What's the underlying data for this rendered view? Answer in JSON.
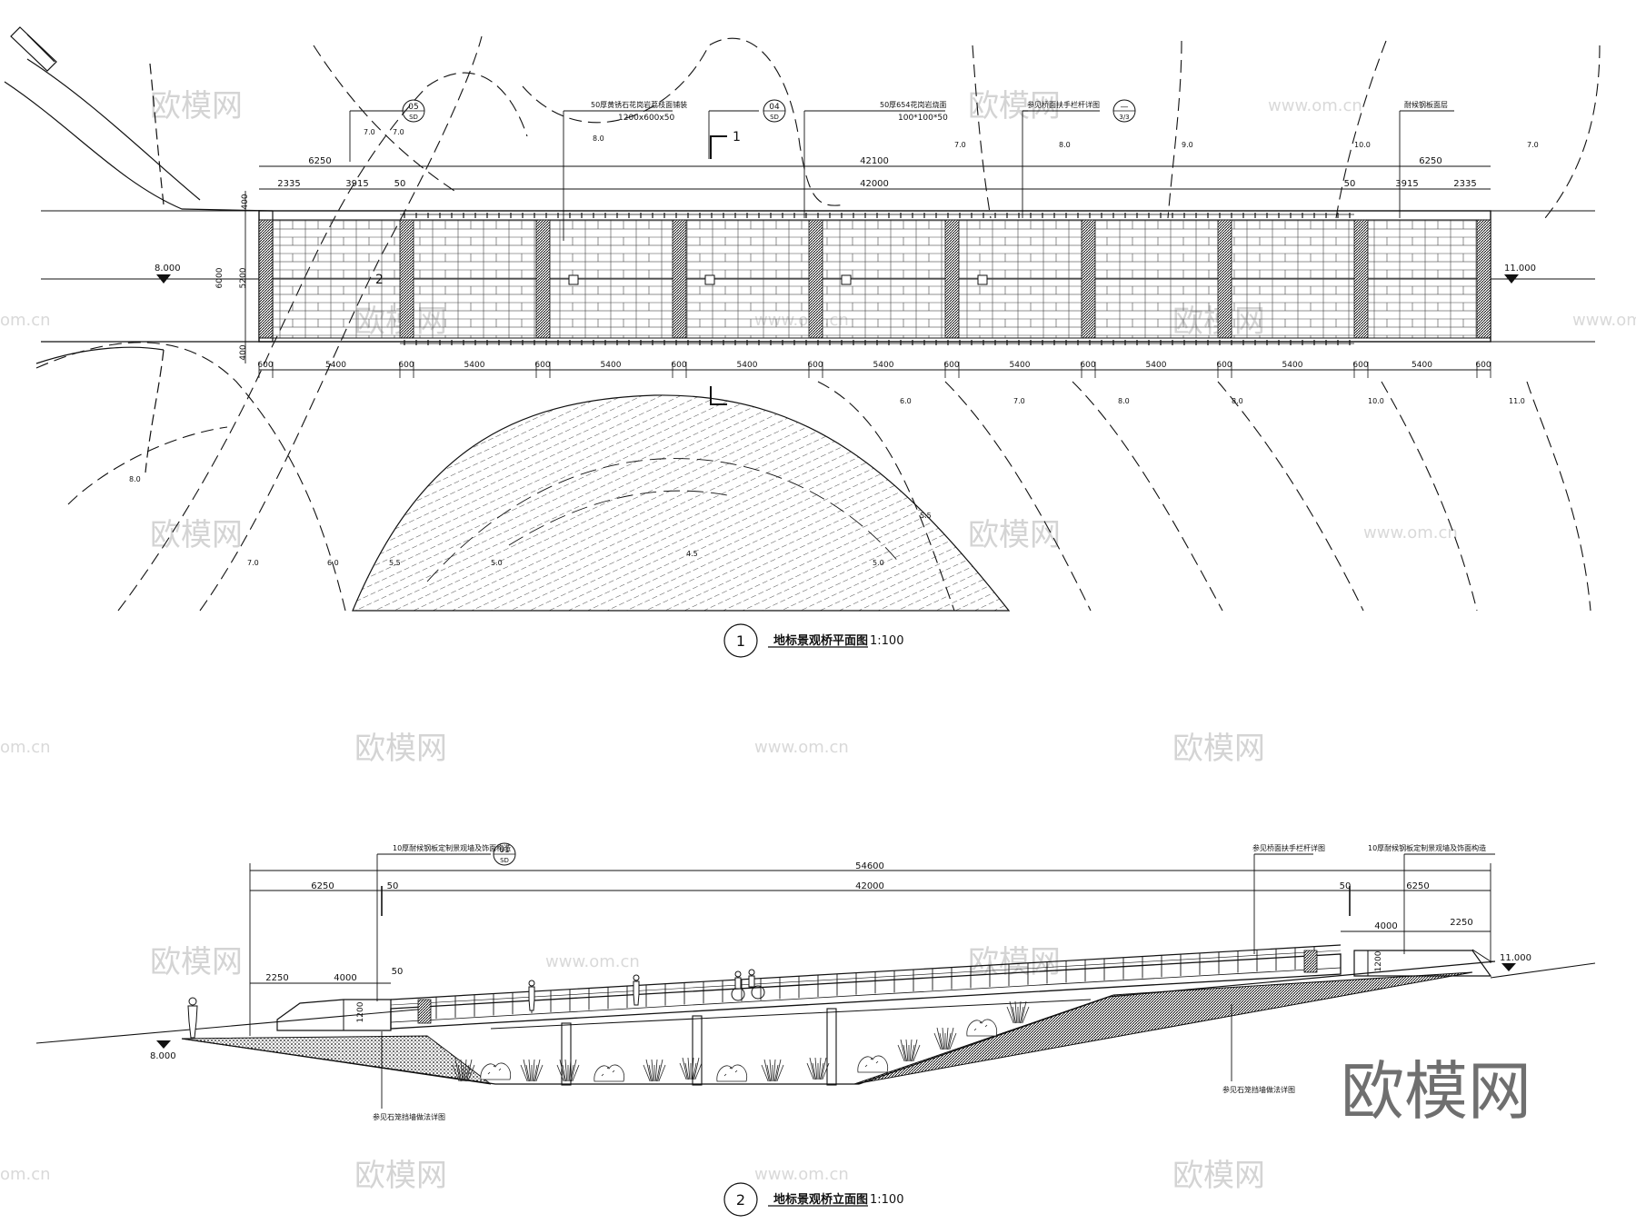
{
  "plan": {
    "title": "地标景观桥平面图",
    "scale": "1:100",
    "number": "1",
    "dims_top": [
      "6250",
      "42100",
      "6250"
    ],
    "dims_second": [
      "2335",
      "3915",
      "50",
      "42000",
      "50",
      "3915",
      "2335"
    ],
    "dims_bottom_pier": "600",
    "dims_bottom_span": "5400",
    "dims_side": [
      "400",
      "6000",
      "5200",
      "400"
    ],
    "elev_left": "8.000",
    "elev_right": "11.000",
    "section_mark": "1",
    "section_mark_2": "2",
    "callouts": [
      {
        "text": "50厚黄锈石花岗岩荔枝面铺装",
        "sub": "1200x600x50",
        "ref": "05",
        "sheet": "SD"
      },
      {
        "text": "50厚654花岗岩烧面",
        "sub": "100*100*50",
        "ref": "04",
        "sheet": "SD"
      },
      {
        "text": "参见桥面扶手栏杆详图",
        "ref": "—",
        "sheet": "3/3"
      },
      {
        "text": "耐候钢板面层"
      }
    ],
    "contour_labels": [
      "7.0",
      "8.0",
      "7.0",
      "8.0",
      "9.0",
      "10.0",
      "7.0",
      "6.0",
      "7.0",
      "8.0",
      "8.0",
      "10.0",
      "11.0",
      "8.0",
      "7.0",
      "6.0",
      "5.5",
      "5.0",
      "4.5",
      "5.5",
      "5.0",
      "7.0"
    ]
  },
  "elevation": {
    "title": "地标景观桥立面图",
    "scale": "1:100",
    "number": "2",
    "dims_top": [
      "54600"
    ],
    "dims_second": [
      "6250",
      "50",
      "42000",
      "50",
      "6250"
    ],
    "dims_left": [
      "2250",
      "4000",
      "50"
    ],
    "dims_right": [
      "4000",
      "2250"
    ],
    "height_label": "1200",
    "elev_left": "8.000",
    "elev_right": "11.000",
    "callouts": [
      {
        "text": "10厚耐候钢板定制景观墙及饰面构造",
        "ref": "01",
        "sheet": "SD"
      },
      {
        "text": "参见桥面扶手栏杆详图"
      },
      {
        "text": "10厚耐候钢板定制景观墙及饰面构造"
      },
      {
        "text": "参见石笼挡墙做法详图"
      },
      {
        "text": "参见石笼挡墙做法详图"
      }
    ]
  },
  "watermark": {
    "brand": "欧模网",
    "url": "www.om.cn",
    "url_short": "om.cn"
  }
}
